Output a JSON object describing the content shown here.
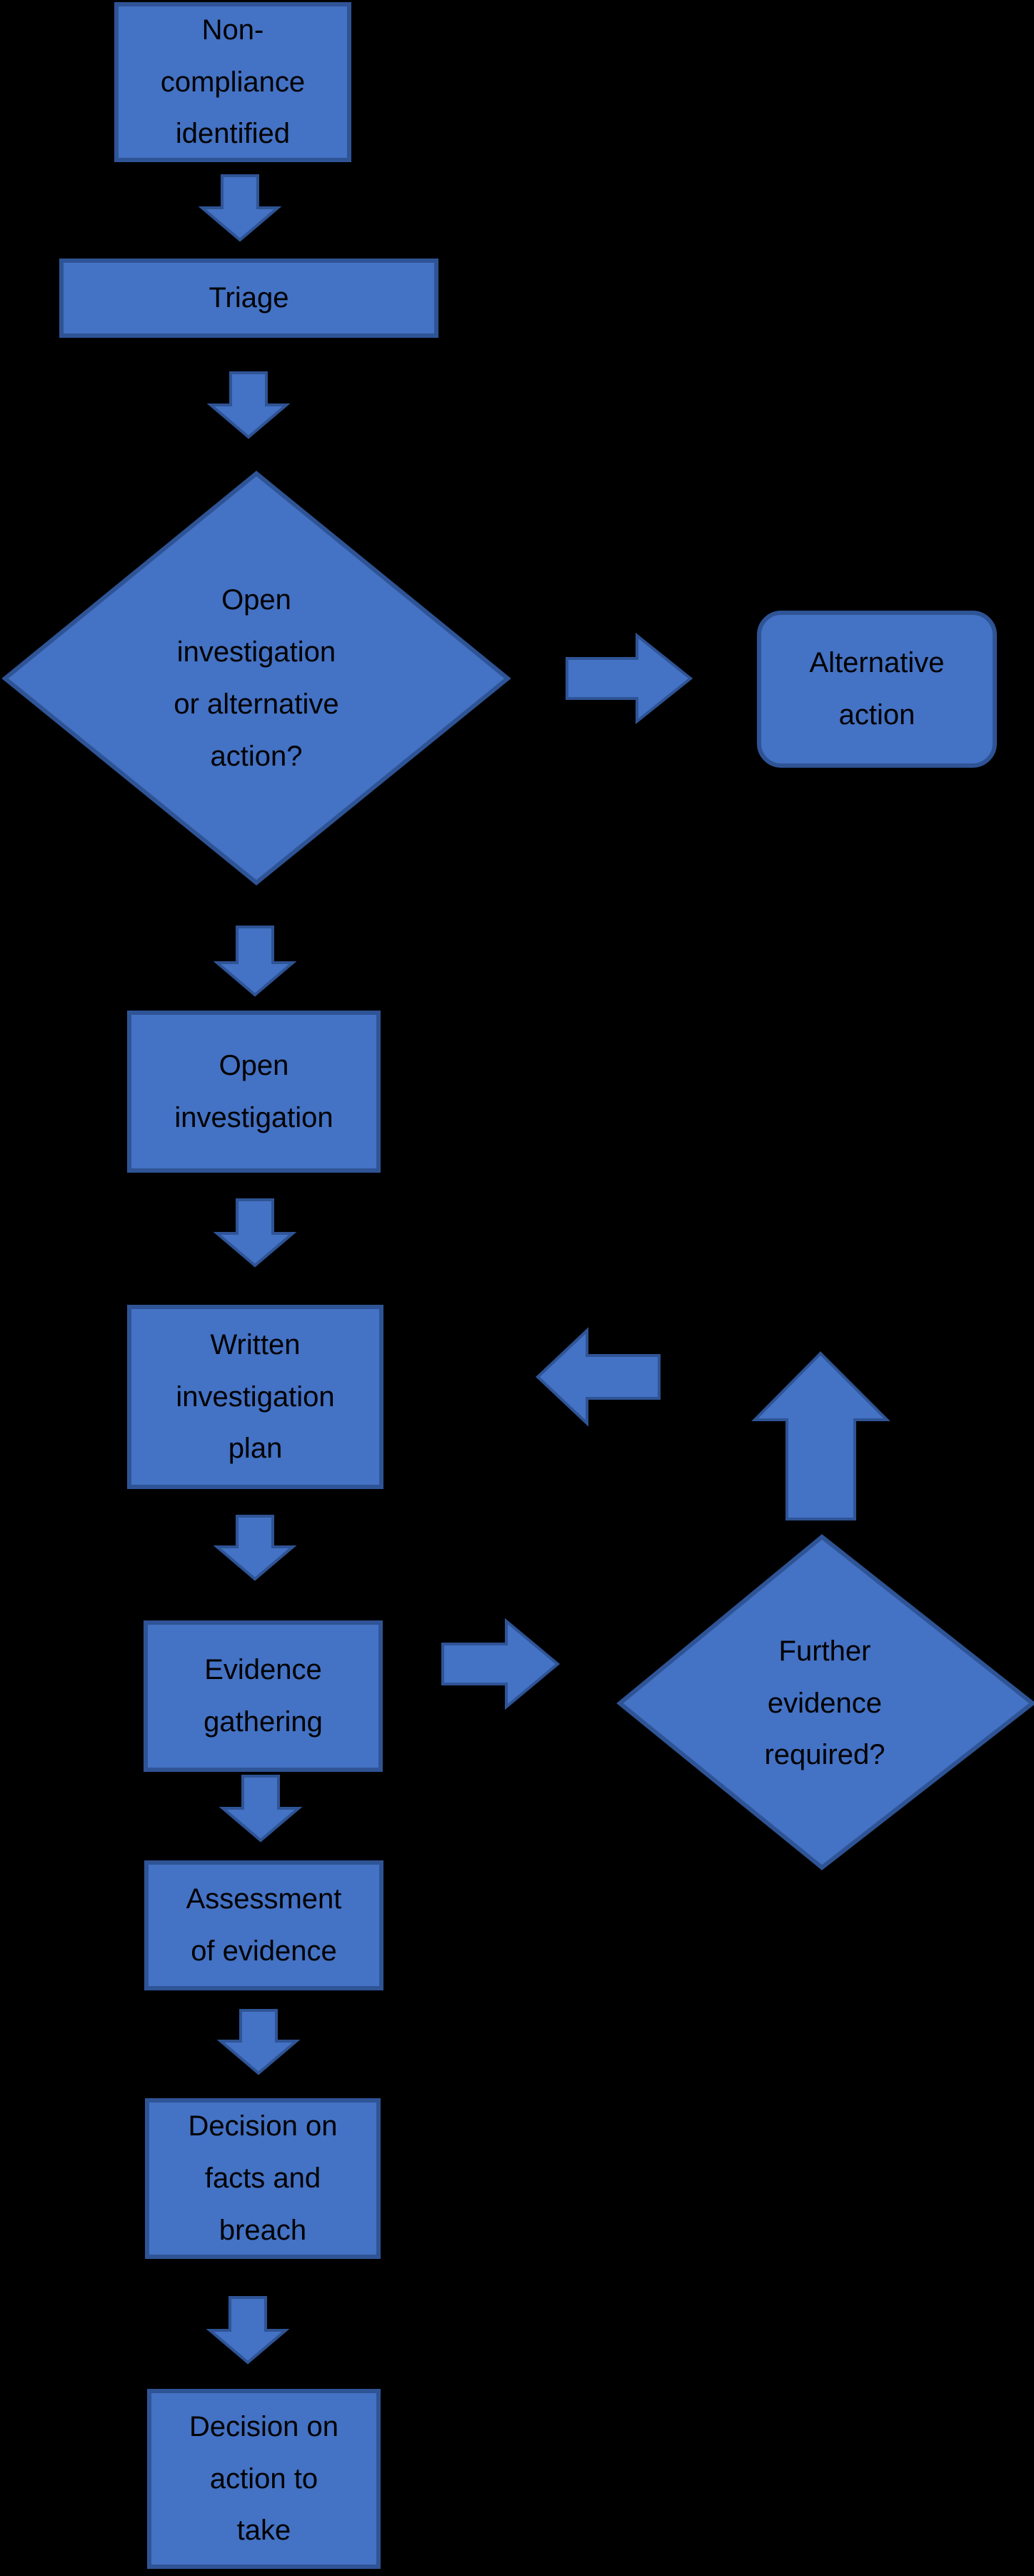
{
  "colors": {
    "background": "#000000",
    "shape_fill": "#4472C4",
    "shape_border": "#2F5496",
    "text_color": "#000000"
  },
  "flowchart": {
    "nodes": {
      "non_compliance_identified": {
        "shape": "rectangle",
        "label": "Non-\ncompliance\nidentified"
      },
      "triage": {
        "shape": "rectangle",
        "label": "Triage"
      },
      "open_investigation_or_alternative_action": {
        "shape": "diamond",
        "label": "Open\ninvestigation\nor alternative\naction?"
      },
      "alternative_action": {
        "shape": "rounded-rectangle",
        "label": "Alternative\naction"
      },
      "open_investigation": {
        "shape": "rectangle",
        "label": "Open\ninvestigation"
      },
      "written_investigation_plan": {
        "shape": "rectangle",
        "label": "Written\ninvestigation\nplan"
      },
      "evidence_gathering": {
        "shape": "rectangle",
        "label": "Evidence\ngathering"
      },
      "further_evidence_required": {
        "shape": "diamond",
        "label": "Further\nevidence\nrequired?"
      },
      "assessment_of_evidence": {
        "shape": "rectangle",
        "label": "Assessment\nof evidence"
      },
      "decision_on_facts_and_breach": {
        "shape": "rectangle",
        "label": "Decision on\nfacts and\nbreach"
      },
      "decision_on_action_to_take": {
        "shape": "rectangle",
        "label": "Decision on\naction to\ntake"
      }
    },
    "edges": [
      {
        "from": "non_compliance_identified",
        "to": "triage",
        "direction": "down"
      },
      {
        "from": "triage",
        "to": "open_investigation_or_alternative_action",
        "direction": "down"
      },
      {
        "from": "open_investigation_or_alternative_action",
        "to": "alternative_action",
        "direction": "right"
      },
      {
        "from": "open_investigation_or_alternative_action",
        "to": "open_investigation",
        "direction": "down"
      },
      {
        "from": "open_investigation",
        "to": "written_investigation_plan",
        "direction": "down"
      },
      {
        "from": "written_investigation_plan",
        "to": "evidence_gathering",
        "direction": "down"
      },
      {
        "from": "evidence_gathering",
        "to": "further_evidence_required",
        "direction": "right"
      },
      {
        "from": "further_evidence_required",
        "to": "written_investigation_plan",
        "direction": "up-then-left"
      },
      {
        "from": "evidence_gathering",
        "to": "assessment_of_evidence",
        "direction": "down"
      },
      {
        "from": "assessment_of_evidence",
        "to": "decision_on_facts_and_breach",
        "direction": "down"
      },
      {
        "from": "decision_on_facts_and_breach",
        "to": "decision_on_action_to_take",
        "direction": "down"
      }
    ]
  }
}
